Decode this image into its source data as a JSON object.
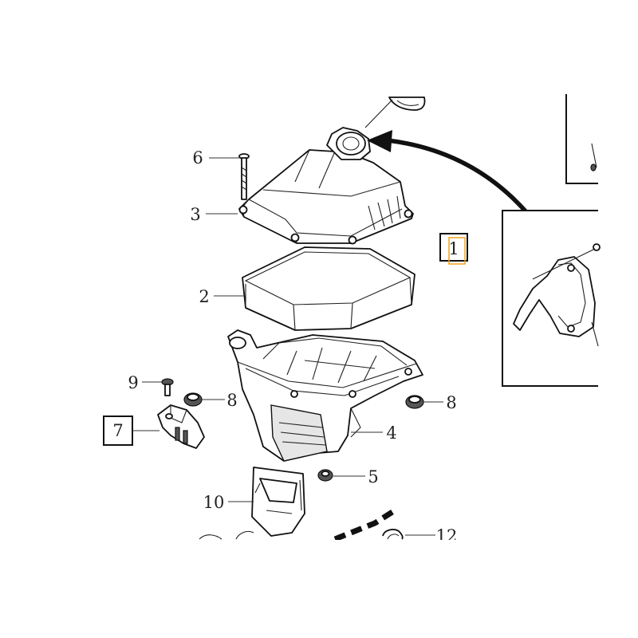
{
  "callouts": {
    "c1": "1",
    "c2": "2",
    "c3": "3",
    "c4": "4",
    "c5": "5",
    "c6": "6",
    "c7": "7",
    "c8a": "8",
    "c8b": "8",
    "c9": "9",
    "c10": "10",
    "c12": "12"
  },
  "colors": {
    "line": "#111111",
    "highlight": "#f0a21a"
  }
}
